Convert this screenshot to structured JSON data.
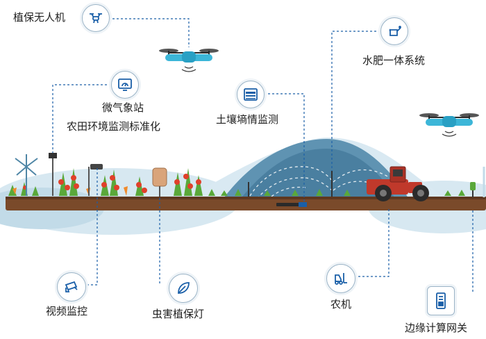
{
  "labels": {
    "drone": "植保无人机",
    "weather_station": "微气象站",
    "farmland_monitoring": "农田环境监测标准化",
    "soil_moisture": "土壤墒情监测",
    "water_fertilizer": "水肥一体系统",
    "video_monitoring": "视频监控",
    "pest_lamp": "虫害植保灯",
    "tractor": "农机",
    "edge_gateway": "边缘计算网关"
  },
  "colors": {
    "accent": "#1a5fa8",
    "dashed_line": "#1a5fa8",
    "soil": "#7a4a2a",
    "hill_light": "#cfe3ee",
    "hill_dark": "#4f86a6",
    "tractor_body": "#c0392b",
    "drone_body": "#3cb6d8",
    "plant_green": "#5aa83a",
    "tomato_red": "#e0402a"
  },
  "icons": {
    "drone": "drone-icon",
    "weather_station": "monitor-gauge-icon",
    "soil_moisture": "soil-layers-icon",
    "water_fertilizer": "watering-can-icon",
    "video_monitoring": "cctv-camera-icon",
    "pest_lamp": "leaf-icon",
    "tractor": "forklift-icon",
    "edge_gateway": "gateway-device-icon"
  }
}
